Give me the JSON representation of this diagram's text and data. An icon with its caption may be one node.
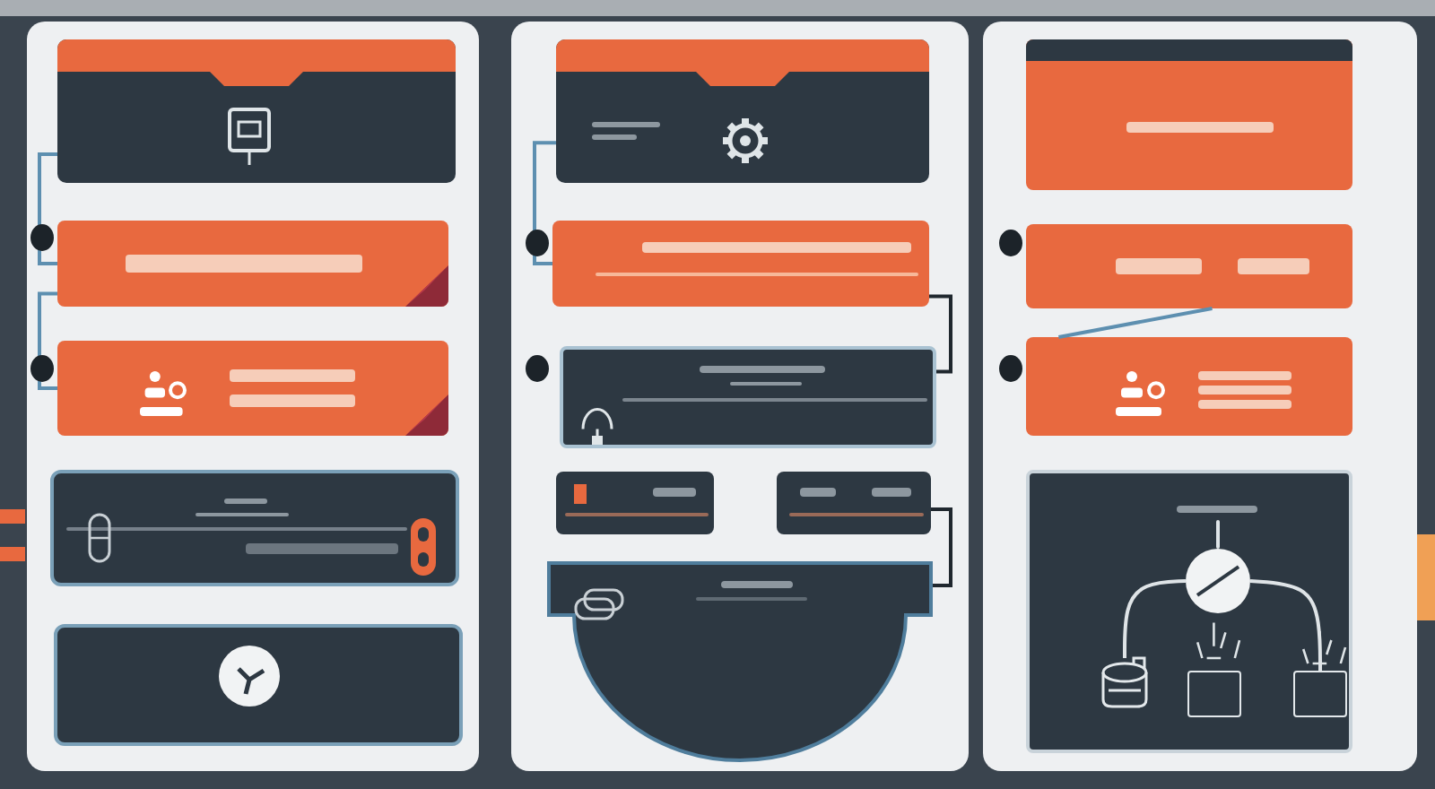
{
  "diagram": {
    "nodes": [
      {
        "text": [],
        "shape": "box"
      },
      {
        "text": [],
        "shape": "box",
        "in": 0
      },
      {
        "text": [],
        "shape": "box",
        "in": 0
      },
      {
        "text": [],
        "shape": "box",
        "in": 0
      },
      {
        "text": [],
        "shape": "box",
        "in": 0
      },
      {
        "text": [],
        "shape": "box",
        "in": 0
      },
      {
        "text": [],
        "shape": "box"
      },
      {
        "text": [],
        "shape": "box",
        "in": 6
      },
      {
        "text": [],
        "shape": "box",
        "in": 6
      },
      {
        "text": [],
        "shape": "box",
        "in": 6
      },
      {
        "text": [],
        "shape": "box",
        "in": 6
      },
      {
        "text": [],
        "shape": "box",
        "in": 6
      },
      {
        "text": [],
        "shape": "box",
        "in": 6
      },
      {
        "text": [],
        "shape": "box"
      },
      {
        "text": [],
        "shape": "box",
        "in": 13
      },
      {
        "text": [],
        "shape": "box",
        "in": 13
      },
      {
        "text": [],
        "shape": "box",
        "in": 13
      },
      {
        "text": [],
        "shape": "box",
        "in": 13
      },
      {
        "text": [],
        "shape": "circle",
        "in": 17
      },
      {
        "text": [],
        "shape": "cylinder",
        "in": 17
      },
      {
        "text": [],
        "shape": "box",
        "in": 17
      },
      {
        "text": [],
        "shape": "box",
        "in": 17
      }
    ],
    "edges": [
      {
        "from": 1,
        "to": 2,
        "arrow": "none"
      },
      {
        "from": 2,
        "to": 3,
        "arrow": "none"
      },
      {
        "from": 7,
        "to": 8,
        "arrow": "none"
      },
      {
        "from": 8,
        "to": 9,
        "arrow": "none",
        "color": "#1f272e"
      },
      {
        "from": 11,
        "to": 12,
        "arrow": "none",
        "color": "#1f272e"
      },
      {
        "from": 16,
        "to": 15,
        "arrow": "none"
      },
      {
        "from": 18,
        "to": 19,
        "arrow": "none",
        "color": "#dfe4e7"
      },
      {
        "from": 18,
        "to": 21,
        "arrow": "none",
        "color": "#dfe4e7"
      }
    ]
  }
}
